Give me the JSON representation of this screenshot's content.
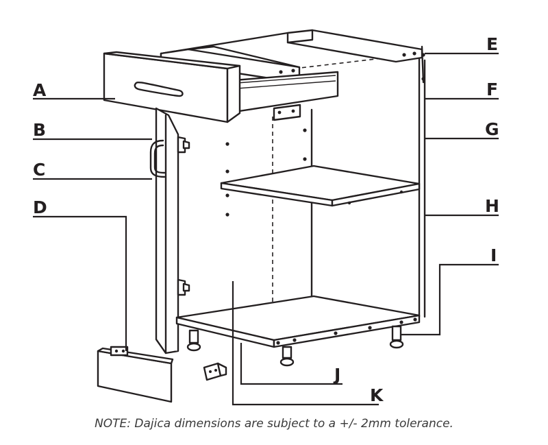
{
  "labels": {
    "a": "A",
    "b": "B",
    "c": "C",
    "d": "D",
    "e": "E",
    "f": "F",
    "g": "G",
    "h": "H",
    "i": "I",
    "j": "J",
    "k": "K"
  },
  "note": "NOTE: Dajica dimensions are subject to a +/- 2mm tolerance."
}
